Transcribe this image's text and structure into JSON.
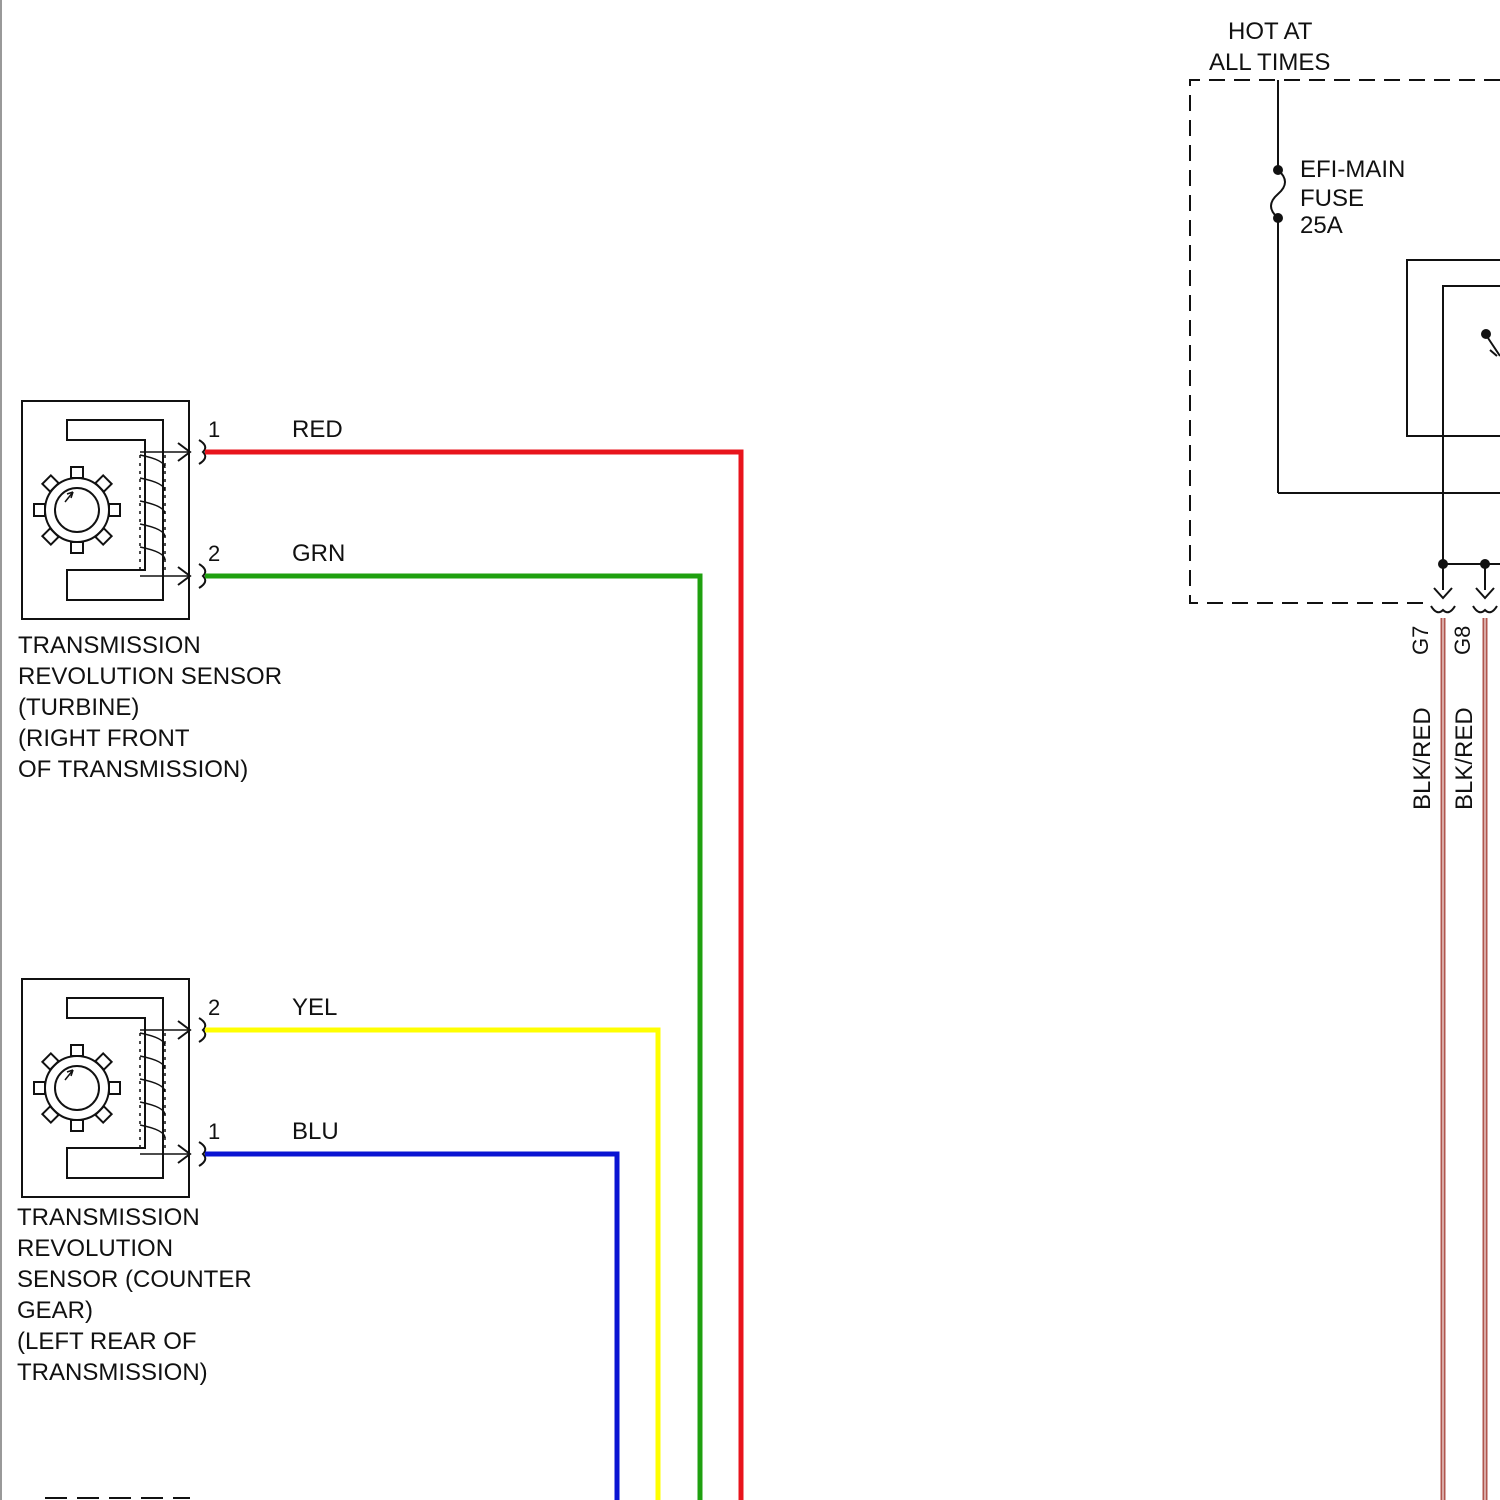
{
  "power": {
    "hot_line1": "HOT AT",
    "hot_line2": "ALL TIMES",
    "fuse_line1": "EFI-MAIN",
    "fuse_line2": "FUSE",
    "fuse_line3": "25A"
  },
  "sensor_turbine": {
    "pin_red": "1",
    "wire_red": "RED",
    "pin_grn": "2",
    "wire_grn": "GRN",
    "label_lines": [
      "TRANSMISSION",
      "REVOLUTION SENSOR",
      "(TURBINE)",
      "(RIGHT FRONT",
      "OF TRANSMISSION)"
    ]
  },
  "sensor_counter": {
    "pin_yel": "2",
    "wire_yel": "YEL",
    "pin_blu": "1",
    "wire_blu": "BLU",
    "label_lines": [
      "TRANSMISSION",
      "REVOLUTION",
      "SENSOR (COUNTER",
      "GEAR)",
      "(LEFT REAR OF",
      "TRANSMISSION)"
    ]
  },
  "right_connectors": {
    "g7": "G7",
    "g8": "G8",
    "wire_g7": "BLK/RED",
    "wire_g8": "BLK/RED"
  },
  "colors": {
    "red": "#e8141c",
    "green": "#1fa00f",
    "yellow": "#ffff00",
    "blue": "#0a14d2",
    "brown": "#b0564e"
  }
}
